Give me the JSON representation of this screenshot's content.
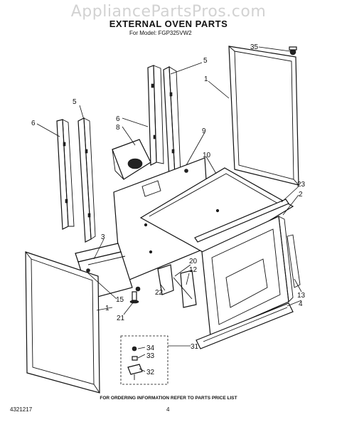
{
  "watermark": "AppliancePartsPros.com",
  "title": "EXTERNAL OVEN PARTS",
  "subtitle": "For Model: FGP325VW2",
  "footer_note": "FOR ORDERING INFORMATION REFER TO PARTS PRICE LIST",
  "doc_number": "4321217",
  "page_number": "4",
  "callouts": {
    "c1a": "1",
    "c1b": "1",
    "c2": "2",
    "c3": "3",
    "c4": "4",
    "c5a": "5",
    "c5b": "5",
    "c6a": "6",
    "c6b": "6",
    "c8": "8",
    "c9": "9",
    "c10": "10",
    "c12": "12",
    "c13": "13",
    "c15": "15",
    "c20": "20",
    "c21": "21",
    "c22": "22",
    "c23": "23",
    "c31": "31",
    "c32": "32",
    "c33": "33",
    "c34": "34",
    "c35": "35"
  }
}
